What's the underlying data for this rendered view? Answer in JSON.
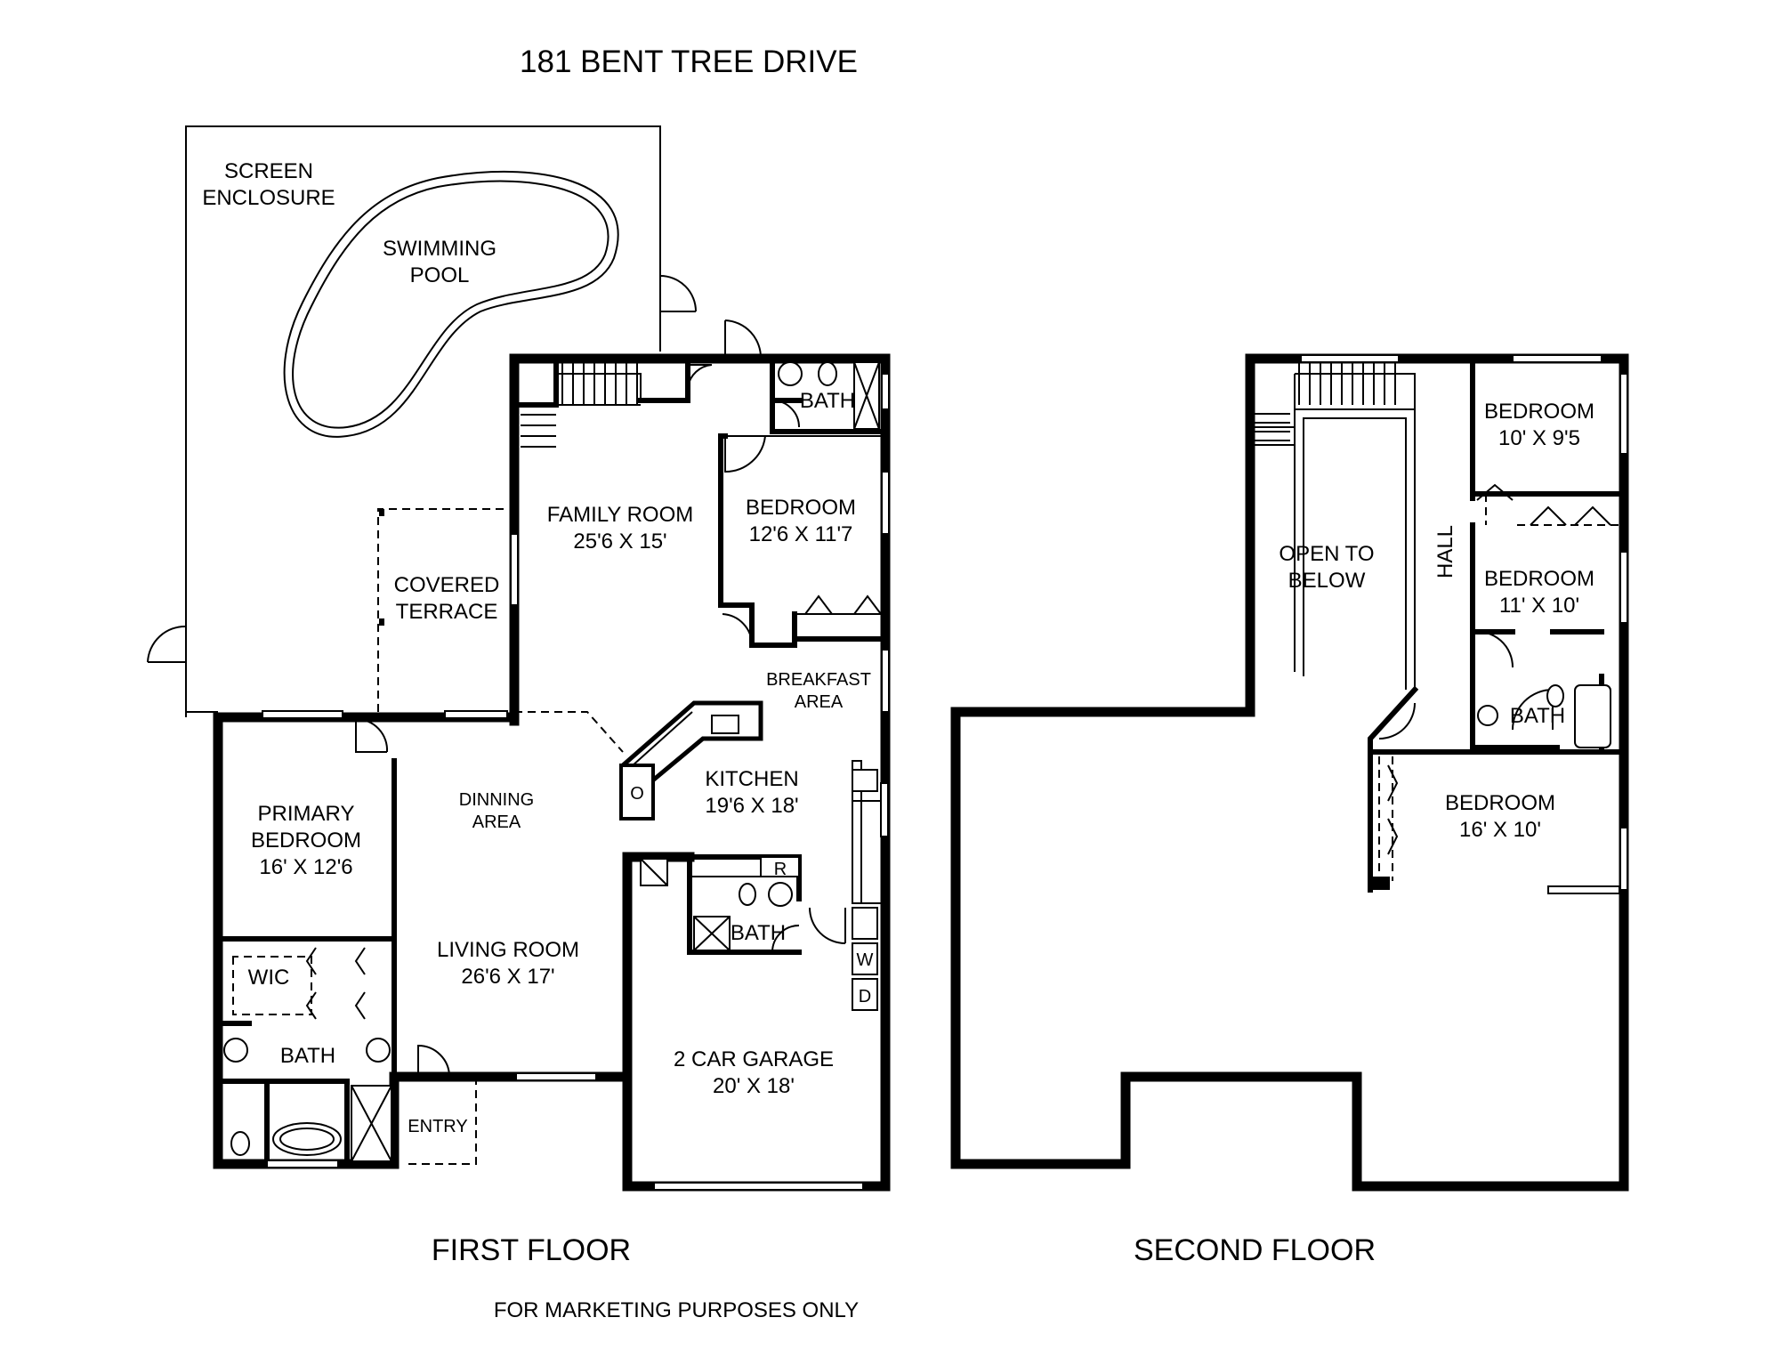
{
  "title": "181 BENT TREE DRIVE",
  "footer": "FOR MARKETING PURPOSES ONLY",
  "floors": {
    "first": "FIRST FLOOR",
    "second": "SECOND FLOOR"
  },
  "rooms": {
    "screen_enclosure": [
      "SCREEN",
      "ENCLOSURE"
    ],
    "swimming_pool": [
      "SWIMMING",
      "POOL"
    ],
    "covered_terrace": [
      "COVERED",
      "TERRACE"
    ],
    "family_room": [
      "FAMILY ROOM",
      "25'6 X 15'"
    ],
    "bedroom_first": [
      "BEDROOM",
      "12'6 X 11'7"
    ],
    "bath_first_top": "BATH",
    "breakfast_area": [
      "BREAKFAST",
      "AREA"
    ],
    "kitchen": [
      "KITCHEN",
      "19'6 X 18'"
    ],
    "dinning_area": [
      "DINNING",
      "AREA"
    ],
    "primary_bedroom": [
      "PRIMARY",
      "BEDROOM",
      "16' X 12'6"
    ],
    "wic": "WIC",
    "primary_bath": "BATH",
    "living_room": [
      "LIVING ROOM",
      "26'6 X 17'"
    ],
    "entry": "ENTRY",
    "garage_bath": "BATH",
    "garage": [
      "2 CAR GARAGE",
      "20' X 18'"
    ],
    "open_to_below": [
      "OPEN TO",
      "BELOW"
    ],
    "hall": "HALL",
    "bedroom_2a": [
      "BEDROOM",
      "10' X 9'5"
    ],
    "bedroom_2b": [
      "BEDROOM",
      "11' X 10'"
    ],
    "bath_second": "BATH",
    "bedroom_2c": [
      "BEDROOM",
      "16' X 10'"
    ]
  },
  "appliances": {
    "oven": "O",
    "refrigerator": "R",
    "washer": "W",
    "dryer": "D"
  }
}
